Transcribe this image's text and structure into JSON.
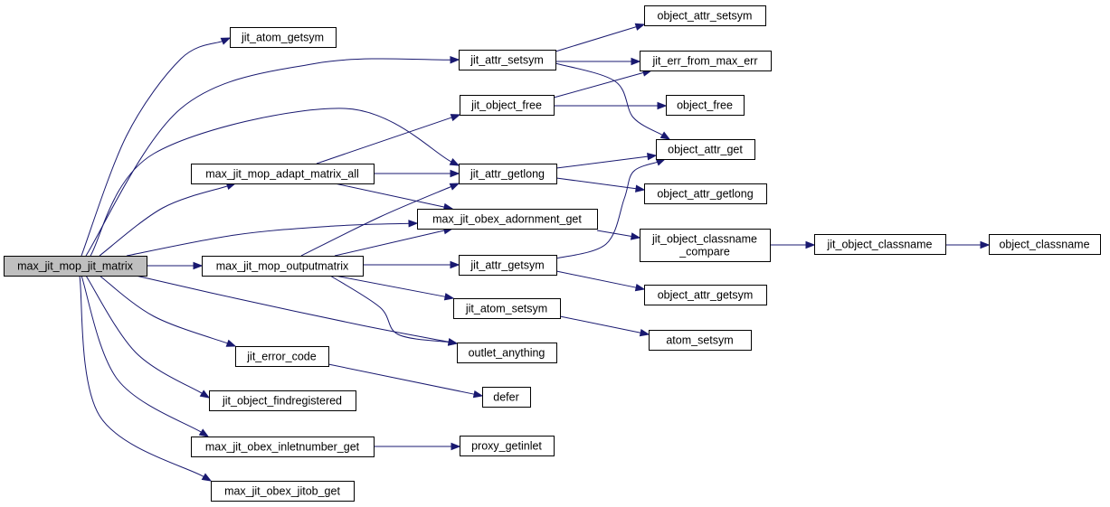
{
  "graph": {
    "nodes": [
      {
        "id": "root",
        "label": "max_jit_mop_jit_matrix",
        "root": true
      },
      {
        "id": "atom_getsym",
        "label": "jit_atom_getsym"
      },
      {
        "id": "attr_setsym",
        "label": "jit_attr_setsym"
      },
      {
        "id": "object_free_jit",
        "label": "jit_object_free"
      },
      {
        "id": "adapt_all",
        "label": "max_jit_mop_adapt_matrix_all"
      },
      {
        "id": "attr_getlong",
        "label": "jit_attr_getlong"
      },
      {
        "id": "adornment_get",
        "label": "max_jit_obex_adornment_get"
      },
      {
        "id": "outputmatrix",
        "label": "max_jit_mop_outputmatrix"
      },
      {
        "id": "attr_getsym",
        "label": "jit_attr_getsym"
      },
      {
        "id": "atom_setsym",
        "label": "jit_atom_setsym"
      },
      {
        "id": "outlet_anything",
        "label": "outlet_anything"
      },
      {
        "id": "error_code",
        "label": "jit_error_code"
      },
      {
        "id": "findregistered",
        "label": "jit_object_findregistered"
      },
      {
        "id": "inletnumber_get",
        "label": "max_jit_obex_inletnumber_get"
      },
      {
        "id": "jitob_get",
        "label": "max_jit_obex_jitob_get"
      },
      {
        "id": "object_attr_setsym",
        "label": "object_attr_setsym"
      },
      {
        "id": "err_from_max_err",
        "label": "jit_err_from_max_err"
      },
      {
        "id": "object_free",
        "label": "object_free"
      },
      {
        "id": "object_attr_get",
        "label": "object_attr_get"
      },
      {
        "id": "object_attr_getlong",
        "label": "object_attr_getlong"
      },
      {
        "id": "classname_compare",
        "label": "jit_object_classname\n_compare"
      },
      {
        "id": "object_attr_getsym",
        "label": "object_attr_getsym"
      },
      {
        "id": "atom_setsym_fn",
        "label": "atom_setsym"
      },
      {
        "id": "defer",
        "label": "defer"
      },
      {
        "id": "proxy_getinlet",
        "label": "proxy_getinlet"
      },
      {
        "id": "jit_object_classname",
        "label": "jit_object_classname"
      },
      {
        "id": "object_classname",
        "label": "object_classname"
      }
    ],
    "edges": [
      {
        "from": "root",
        "to": "atom_getsym"
      },
      {
        "from": "root",
        "to": "attr_setsym"
      },
      {
        "from": "root",
        "to": "attr_getlong"
      },
      {
        "from": "root",
        "to": "adapt_all"
      },
      {
        "from": "root",
        "to": "adornment_get"
      },
      {
        "from": "root",
        "to": "outputmatrix"
      },
      {
        "from": "root",
        "to": "outlet_anything"
      },
      {
        "from": "root",
        "to": "error_code"
      },
      {
        "from": "root",
        "to": "findregistered"
      },
      {
        "from": "root",
        "to": "inletnumber_get"
      },
      {
        "from": "root",
        "to": "jitob_get"
      },
      {
        "from": "attr_setsym",
        "to": "object_attr_setsym"
      },
      {
        "from": "attr_setsym",
        "to": "err_from_max_err"
      },
      {
        "from": "attr_setsym",
        "to": "object_attr_get"
      },
      {
        "from": "object_free_jit",
        "to": "err_from_max_err"
      },
      {
        "from": "object_free_jit",
        "to": "object_free"
      },
      {
        "from": "adapt_all",
        "to": "object_free_jit"
      },
      {
        "from": "adapt_all",
        "to": "attr_getlong"
      },
      {
        "from": "adapt_all",
        "to": "adornment_get"
      },
      {
        "from": "attr_getlong",
        "to": "object_attr_get"
      },
      {
        "from": "attr_getlong",
        "to": "object_attr_getlong"
      },
      {
        "from": "adornment_get",
        "to": "classname_compare"
      },
      {
        "from": "outputmatrix",
        "to": "attr_getlong"
      },
      {
        "from": "outputmatrix",
        "to": "adornment_get"
      },
      {
        "from": "outputmatrix",
        "to": "attr_getsym"
      },
      {
        "from": "outputmatrix",
        "to": "atom_setsym"
      },
      {
        "from": "outputmatrix",
        "to": "outlet_anything"
      },
      {
        "from": "attr_getsym",
        "to": "object_attr_get"
      },
      {
        "from": "attr_getsym",
        "to": "object_attr_getsym"
      },
      {
        "from": "atom_setsym",
        "to": "atom_setsym_fn"
      },
      {
        "from": "error_code",
        "to": "defer"
      },
      {
        "from": "inletnumber_get",
        "to": "proxy_getinlet"
      },
      {
        "from": "classname_compare",
        "to": "jit_object_classname"
      },
      {
        "from": "jit_object_classname",
        "to": "object_classname"
      }
    ]
  },
  "colors": {
    "edge": "#191970",
    "root_fill": "#bfbfbf",
    "node_fill": "#ffffff",
    "node_stroke": "#000000"
  }
}
